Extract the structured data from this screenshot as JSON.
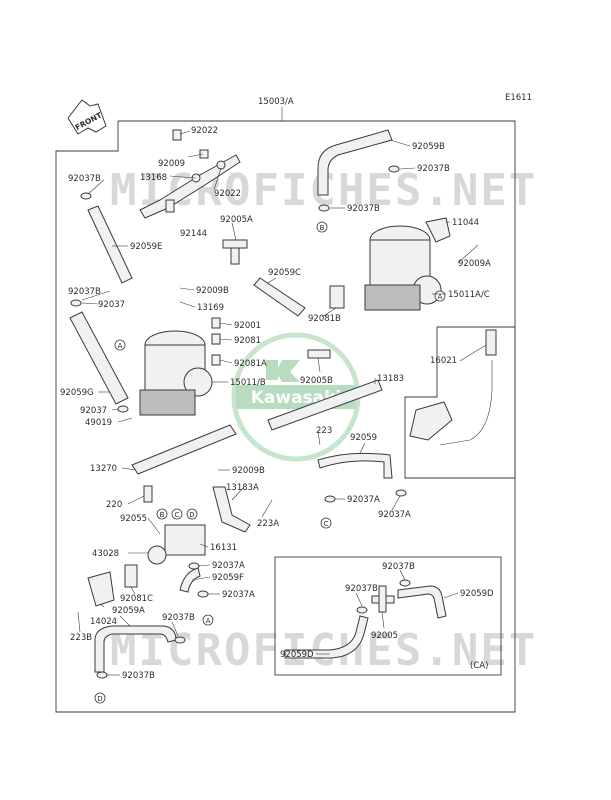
{
  "diagram_code": "E1611",
  "assembly_label": "15003/A",
  "front_label": "FRONT",
  "watermark_top": "MICROFICHES.NET",
  "watermark_bottom": "MICROFICHES.NET",
  "logo_text": "Kawasaki",
  "subassembly_tag": "(CA)",
  "labels": {
    "p92022a": "92022",
    "p92009": "92009",
    "p13168": "13168",
    "p92022b": "92022",
    "p92037b_1": "92037B",
    "p92144": "92144",
    "p92059e": "92059E",
    "p92005a": "92005A",
    "p92059b": "92059B",
    "p92037b_2": "92037B",
    "p92037b_3": "92037B",
    "p11044": "11044",
    "p92009a": "92009A",
    "p92059c": "92059C",
    "p15011ac": "15011A/C",
    "p92037b_4": "92037B",
    "p92009b_1": "92009B",
    "p92037_1": "92037",
    "p13169": "13169",
    "p92001": "92001",
    "p92081": "92081",
    "p92081b": "92081B",
    "p92081a": "92081A",
    "p15011b": "15011/B",
    "p92005b": "92005B",
    "p13183": "13183",
    "p16021": "16021",
    "p92059g": "92059G",
    "p92037_2": "92037",
    "p49019": "49019",
    "p223": "223",
    "p92059": "92059",
    "p13270": "13270",
    "p92009b_2": "92009B",
    "p13183a": "13183A",
    "p220": "220",
    "p92055": "92055",
    "p92037a_1": "92037A",
    "p223a": "223A",
    "p92037a_2": "92037A",
    "p43028": "43028",
    "p16131": "16131",
    "p92037a_3": "92037A",
    "p92059f": "92059F",
    "p92037a_4": "92037A",
    "p92081c": "92081C",
    "p14024": "14024",
    "p92059a": "92059A",
    "p92037b_5": "92037B",
    "p223b": "223B",
    "p92037b_6": "92037B",
    "p92037b_7": "92037B",
    "p92037b_8": "92037B",
    "p92059d_1": "92059D",
    "p92005": "92005",
    "p92059d_2": "92059D"
  },
  "callouts": [
    "A",
    "A",
    "A",
    "B",
    "B",
    "C",
    "C",
    "D",
    "D"
  ]
}
